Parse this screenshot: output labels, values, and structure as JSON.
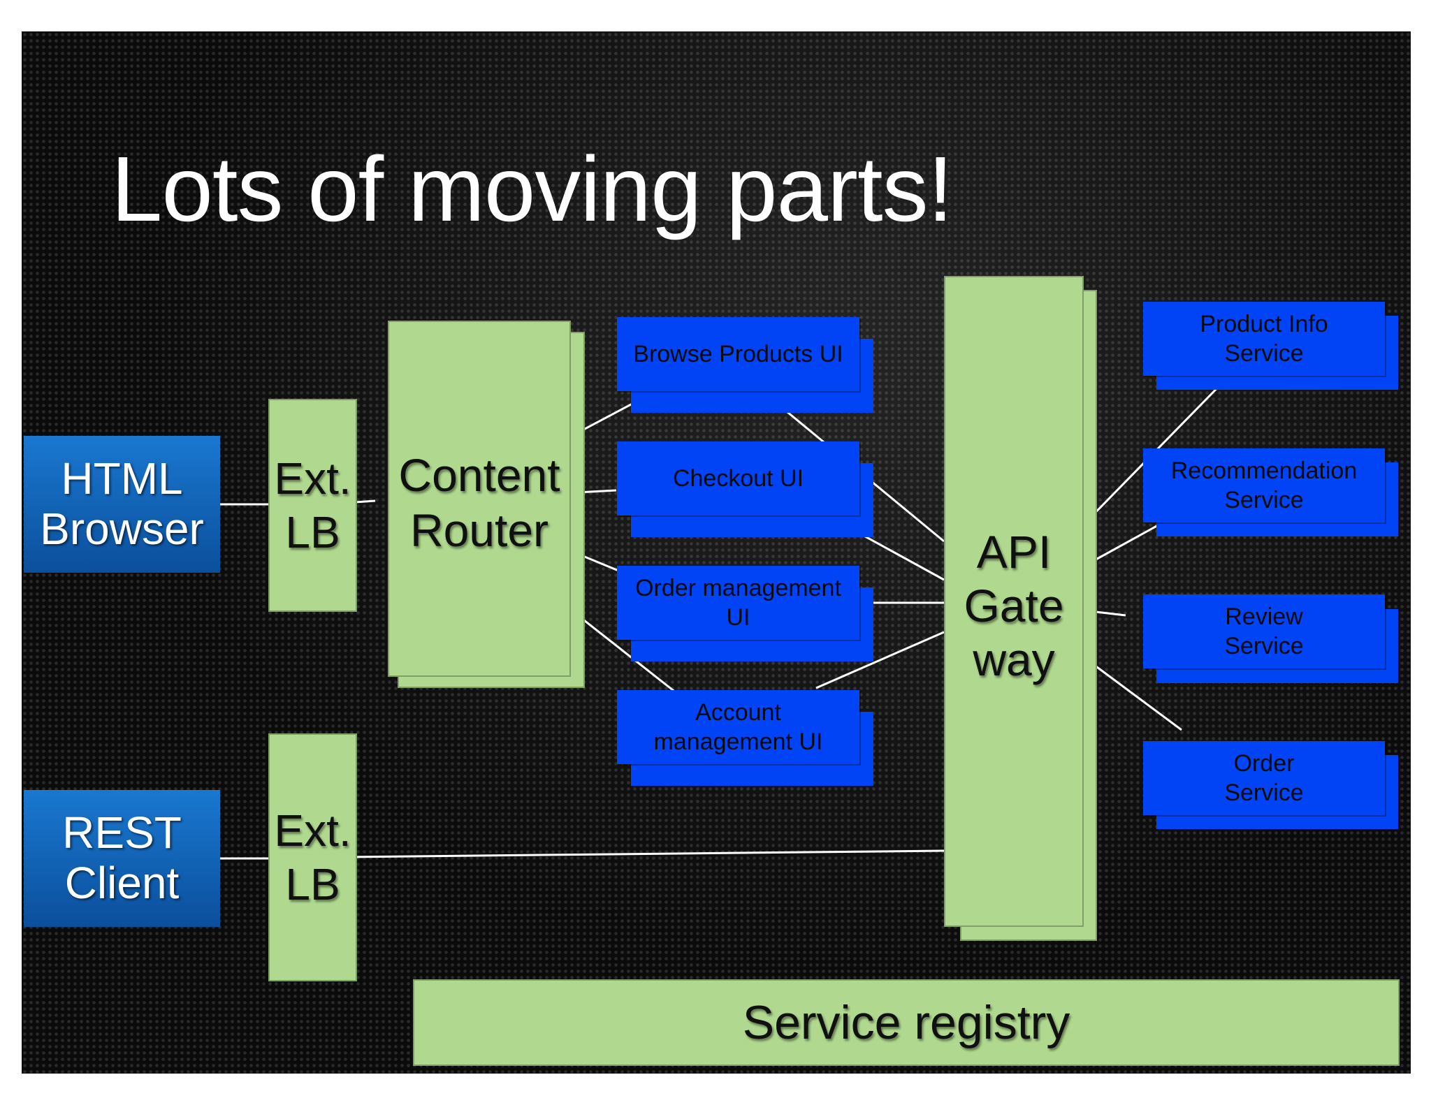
{
  "title": "Lots of moving parts!",
  "clients": {
    "html_browser": "HTML\nBrowser",
    "rest_client": "REST\nClient"
  },
  "load_balancers": {
    "top": "Ext.\nLB",
    "bottom": "Ext.\nLB"
  },
  "content_router": "Content\nRouter",
  "ui_services": {
    "browse_products": "Browse Products UI",
    "checkout": "Checkout UI",
    "order_management": "Order management\nUI",
    "account_management": "Account\nmanagement UI"
  },
  "api_gateway": "API\nGate\nway",
  "backend_services": {
    "product_info": "Product Info\nService",
    "recommendation": "Recommendation\nService",
    "review": "Review\nService",
    "order": "Order\nService"
  },
  "service_registry": "Service registry",
  "colors": {
    "background": "#0b0b0b",
    "component_green": "#b0d98f",
    "service_blue": "#0044f5",
    "client_blue": "#1264b8",
    "connector": "#ffffff"
  }
}
